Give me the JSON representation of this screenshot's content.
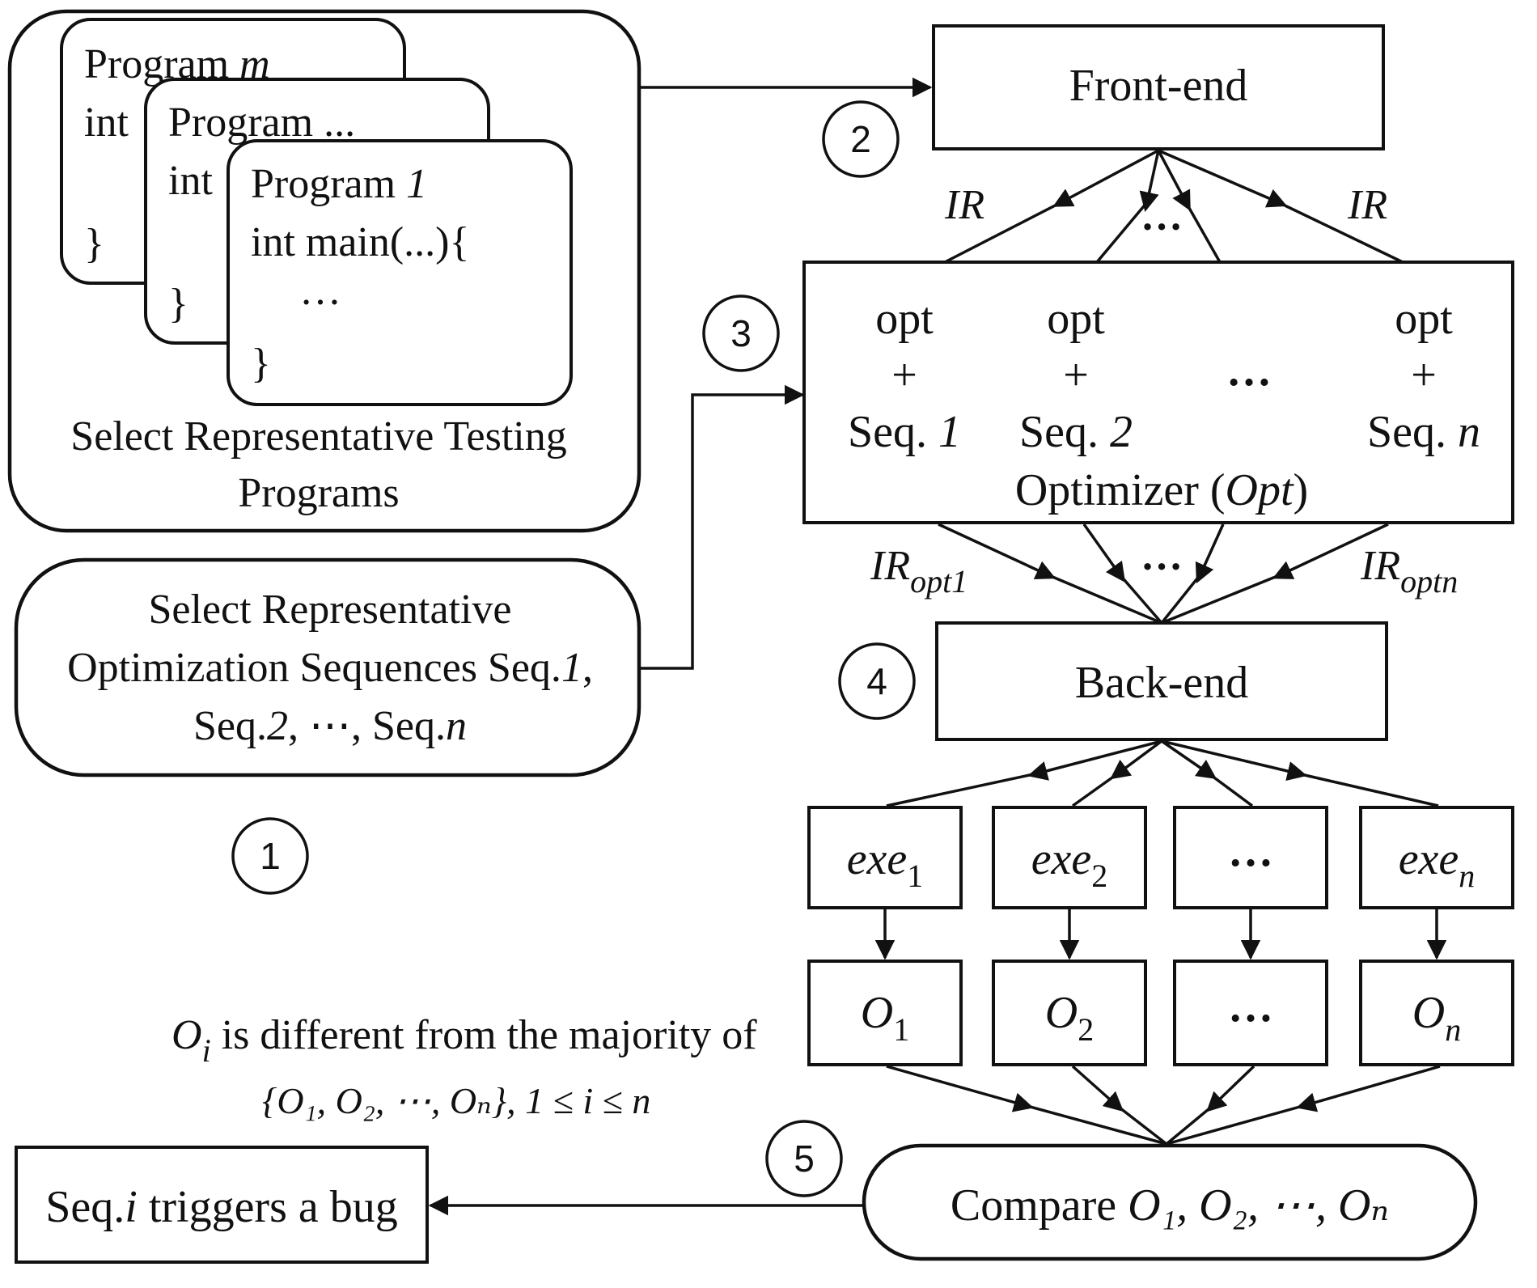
{
  "programs": {
    "card_m": {
      "title": "Program ",
      "title_var": "m",
      "line1": "int",
      "close": "}"
    },
    "card_dots": {
      "title": "Program ...",
      "line1": "int",
      "close": "}"
    },
    "card_1": {
      "title": "Program ",
      "title_var": "1",
      "line1": "int main(...){",
      "body": "…",
      "close": "}"
    },
    "caption_line1": "Select Representative Testing",
    "caption_line2": "Programs"
  },
  "sequences": {
    "line1": "Select Representative",
    "line2_a": "Optimization Sequences Seq.",
    "line2_b": "1",
    "line2_c": ",",
    "line3_a": "Seq.",
    "line3_b": "2",
    "line3_c": ", ⋯, Seq.",
    "line3_d": "n"
  },
  "steps": [
    "1",
    "2",
    "3",
    "4",
    "5"
  ],
  "frontend": {
    "label": "Front-end"
  },
  "ir": {
    "left": "IR",
    "right": "IR",
    "dots": "…"
  },
  "optimizer": {
    "columns": [
      {
        "opt": "opt",
        "plus": "+",
        "seq": "Seq. ",
        "seq_var": "1"
      },
      {
        "opt": "opt",
        "plus": "+",
        "seq": "Seq. ",
        "seq_var": "2"
      },
      {
        "opt": "opt",
        "plus": "+",
        "seq": "Seq. ",
        "seq_var": "n"
      }
    ],
    "dots": "…",
    "label_a": "Optimizer (",
    "label_b": "Opt",
    "label_c": ")"
  },
  "ir_opt": {
    "left_main": "IR",
    "left_sub": "opt1",
    "right_main": "IR",
    "right_sub": "optn",
    "dots": "…"
  },
  "backend": {
    "label": "Back-end"
  },
  "exes": [
    {
      "main": "exe",
      "sub": "1"
    },
    {
      "main": "exe",
      "sub": "2"
    },
    {
      "main": "…",
      "sub": ""
    },
    {
      "main": "exe",
      "sub": "n"
    }
  ],
  "outputs": [
    {
      "main": "O",
      "sub": "1"
    },
    {
      "main": "O",
      "sub": "2"
    },
    {
      "main": "…",
      "sub": ""
    },
    {
      "main": "O",
      "sub": "n"
    }
  ],
  "note": {
    "line1_var": "O",
    "line1_sub": "i",
    "line1_text": " is different from the majority of",
    "line2": "{O₁, O₂, ⋯, Oₙ}, 1 ≤ i ≤ n"
  },
  "compare": {
    "text": "Compare ",
    "items": "O₁, O₂, ⋯, Oₙ"
  },
  "result": {
    "a": "Seq.",
    "b": "i",
    "c": " triggers a bug"
  }
}
